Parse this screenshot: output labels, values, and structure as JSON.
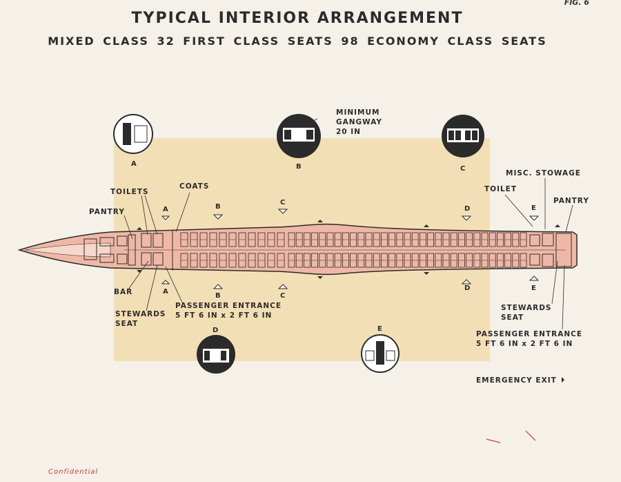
{
  "header": {
    "fig_label": "FIG. 6",
    "title": "TYPICAL INTERIOR ARRANGEMENT",
    "subtitle": "MIXED CLASS 32 FIRST CLASS SEATS 98 ECONOMY CLASS SEATS"
  },
  "labels": {
    "toilets": "TOILETS",
    "coats": "COATS",
    "pantry_front": "PANTRY",
    "bar": "BAR",
    "stewards_seat_front_l1": "STEWARDS",
    "stewards_seat_front_l2": "SEAT",
    "pax_entrance_front_l1": "PASSENGER ENTRANCE",
    "pax_entrance_front_l2": "5 FT 6 IN x 2 FT 6 IN",
    "min_gangway_l1": "MINIMUM",
    "min_gangway_l2": "GANGWAY",
    "min_gangway_l3": "20 IN",
    "misc_stowage": "MISC. STOWAGE",
    "toilet_rear": "TOILET",
    "pantry_rear": "PANTRY",
    "stewards_seat_rear_l1": "STEWARDS",
    "stewards_seat_rear_l2": "SEAT",
    "pax_entrance_rear_l1": "PASSENGER ENTRANCE",
    "pax_entrance_rear_l2": "5 FT 6 IN x 2 FT 6 IN",
    "emergency_exit": "EMERGENCY EXIT"
  },
  "sections": {
    "A": "A",
    "B": "B",
    "C": "C",
    "D": "D",
    "E": "E"
  },
  "footer": {
    "confidential": "Confidential"
  },
  "colors": {
    "background": "#f5f0e8",
    "panel": "#f3dfb5",
    "fuselage": "#efb8a6",
    "outline": "#2b2b2b",
    "accent_red": "#d23a35"
  },
  "seating": {
    "first_class_seats": 32,
    "economy_class_seats": 98
  }
}
